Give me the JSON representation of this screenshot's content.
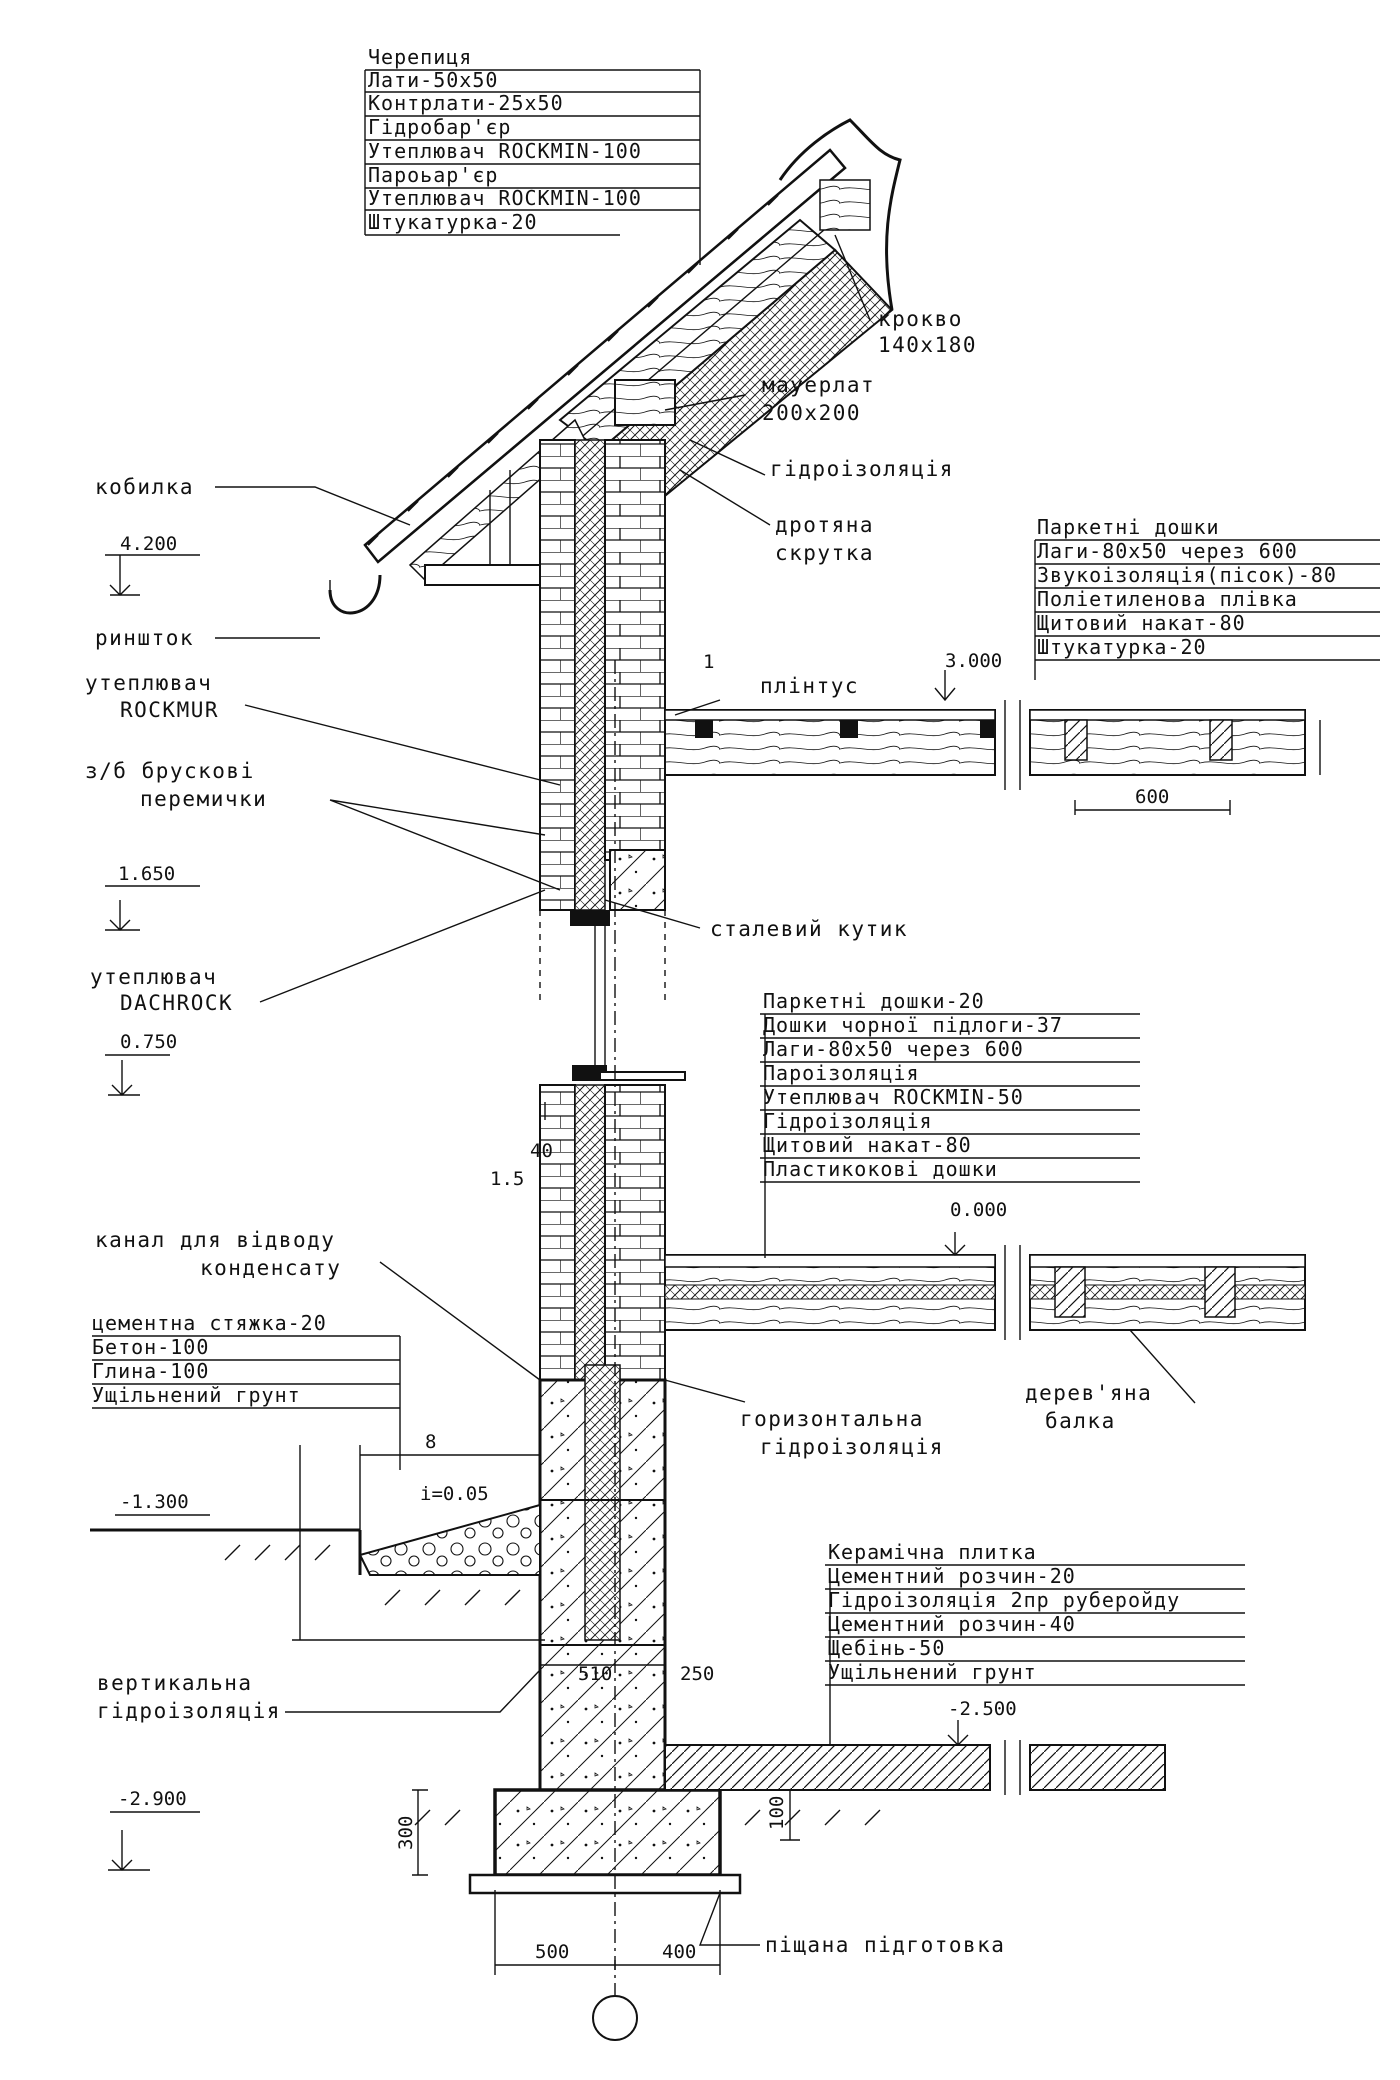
{
  "roof_layers": [
    "Черепиця",
    "Лати-50x50",
    "Контрлати-25x50",
    "Гідробар'єр",
    "Утеплювач ROCKMIN-100",
    "Пароьар'єр",
    "Утеплювач ROCKMIN-100",
    "Штукатурка-20"
  ],
  "floor1_layers": [
    "Паркетні дошки",
    "Лаги-80x50 через 600",
    "Звукоізоляція(пісок)-80",
    "Поліетиленова плівка",
    "Щитовий накат-80",
    "Штукатурка-20"
  ],
  "floor0_layers": [
    "Паркетні дошки-20",
    "Дошки чорної підлоги-37",
    "Лаги-80x50 через 600",
    "Пароізоляція",
    "Утеплювач ROCKMIN-50",
    "Гідроізоляція",
    "Щитовий накат-80",
    "Пластикокові дошки"
  ],
  "ground_layers": [
    "цементна стяжка-20",
    "Бетон-100",
    "Глина-100",
    "Ущільнений грунт"
  ],
  "basement_layers": [
    "Керамічна плитка",
    "Цементний розчин-20",
    "Гідроізоляція 2пр руберойду",
    "Цементний розчин-40",
    "Щебінь-50",
    "Ущільнений грунт"
  ],
  "labels": {
    "krokva_1": "крокво",
    "krokva_2": "140x180",
    "mauerlat_1": "мауерлат",
    "mauerlat_2": "200x200",
    "gidro": "гідроізоляція",
    "drot_1": "дротяна",
    "drot_2": "скрутка",
    "kobylka": "кобилка",
    "rynshtok": "риншток",
    "ut_rockmur_1": "утеплювач",
    "ut_rockmur_2": "ROCKMUR",
    "peremychky_1": "з/б брускові",
    "peremychky_2": "перемички",
    "kutyk": "сталевий кутик",
    "ut_dachrock_1": "утеплювач",
    "ut_dachrock_2": "DACHROCK",
    "plintus": "плінтус",
    "kanal_1": "канал для відводу",
    "kanal_2": "конденсату",
    "hor_gidro_1": "горизонтальна",
    "hor_gidro_2": "гідроізоляція",
    "balka_1": "дерев'яна",
    "balka_2": "балка",
    "vert_gidro_1": "вертикальна",
    "vert_gidro_2": "гідроізоляція",
    "pischana": "піщана підготовка"
  },
  "elevations": {
    "e4200": "4.200",
    "e3000": "3.000",
    "e1650": "1.650",
    "e0750": "0.750",
    "e0000": "0.000",
    "em1300": "-1.300",
    "em2500": "-2.500",
    "em2900": "-2.900"
  },
  "dims": {
    "d500": "500",
    "d400": "400",
    "d300": "300",
    "d100": "100",
    "d8": "8",
    "slope": "i=0.05",
    "d600": "600",
    "d510": "510",
    "d250": "250",
    "d40": "40",
    "d15": "1.5",
    "d1": "1"
  }
}
